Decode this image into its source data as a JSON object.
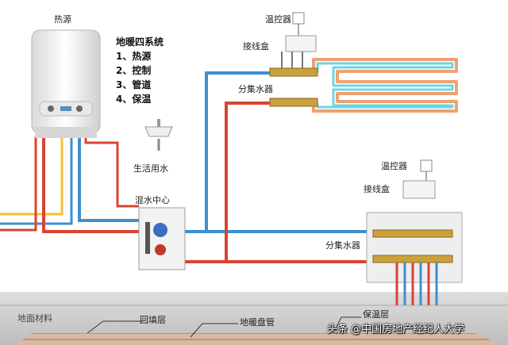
{
  "labels": {
    "heat_source": "热源",
    "thermostat_top": "温控器",
    "junction_box_top": "接线盒",
    "manifold_top": "分集水器",
    "domestic_water": "生活用水",
    "mixing_center": "混水中心",
    "thermostat_right": "温控器",
    "junction_box_right": "接线盒",
    "manifold_right": "分集水器",
    "floor_material": "地面材料",
    "backfill_layer": "回填层",
    "floor_heating_coil": "地暖盘管",
    "insulation_layer": "保温层"
  },
  "system_list": {
    "title": "地暖四系统",
    "items": [
      "1、热源",
      "2、控制",
      "3、管道",
      "4、保温"
    ]
  },
  "watermark": "头条 @中国房地产经纪人大学",
  "colors": {
    "hot_pipe": "#d8452f",
    "cold_pipe": "#3d8fd0",
    "yellow_pipe": "#f2c230",
    "coil_orange": "#f0a070",
    "coil_cyan": "#6fd4e0",
    "box_grey": "#eeeeee",
    "floor_grey": "#c8c8c8"
  }
}
